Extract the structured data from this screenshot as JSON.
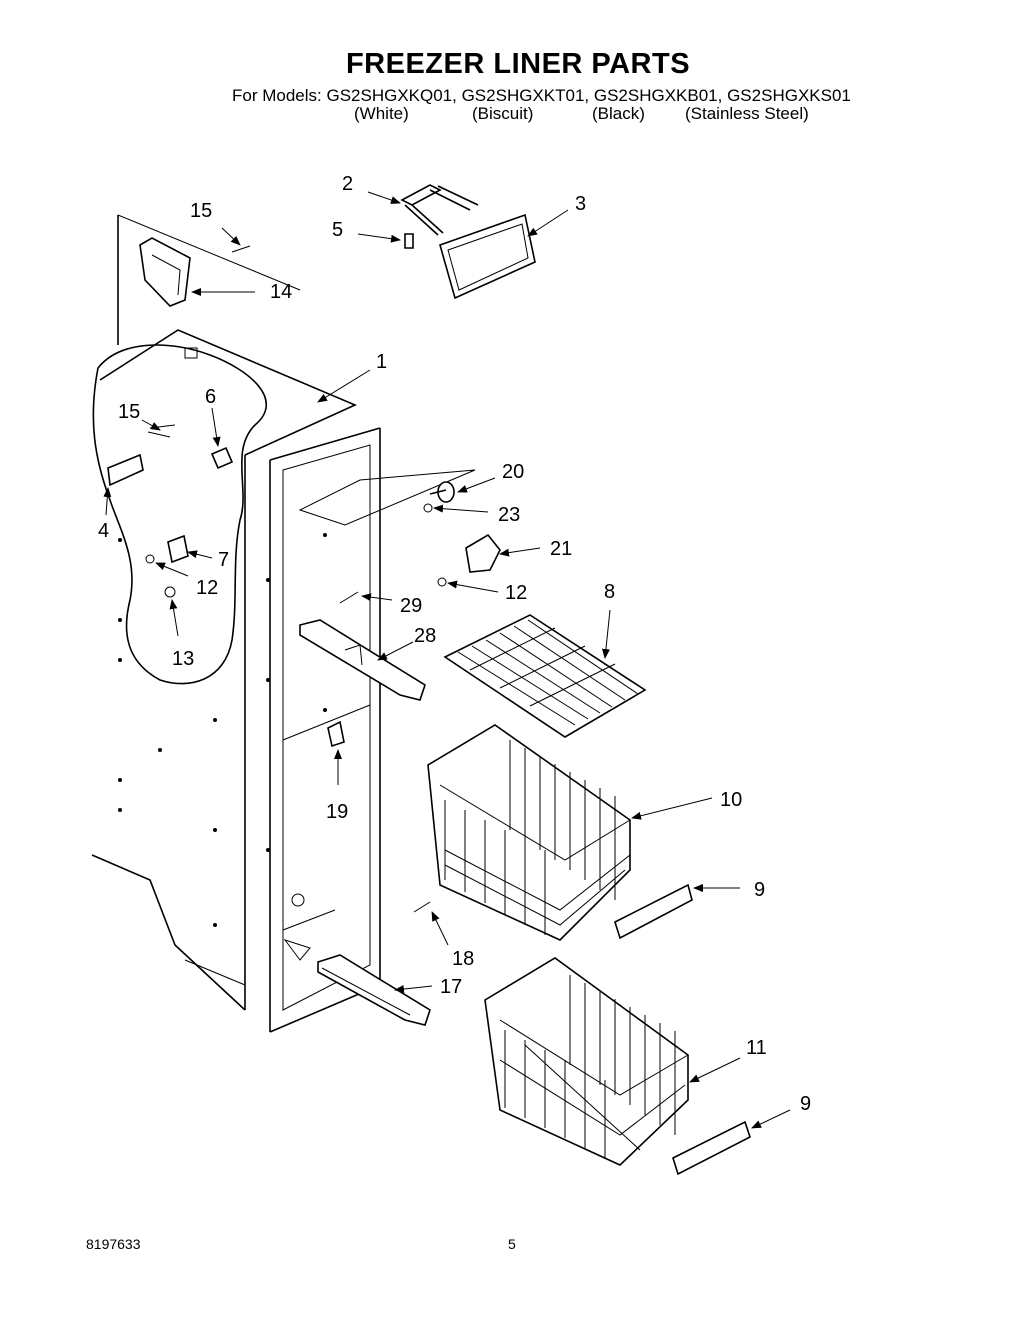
{
  "header": {
    "title": "FREEZER LINER PARTS",
    "models_line": "For Models: GS2SHGXKQ01, GS2SHGXKT01, GS2SHGXKB01, GS2SHGXKS01",
    "colors": [
      "(White)",
      "(Biscuit)",
      "(Black)",
      "(Stainless Steel)"
    ]
  },
  "callouts": {
    "c1": "1",
    "c2": "2",
    "c3": "3",
    "c4": "4",
    "c5": "5",
    "c6": "6",
    "c7": "7",
    "c8": "8",
    "c9a": "9",
    "c9b": "9",
    "c10": "10",
    "c11": "11",
    "c12a": "12",
    "c12b": "12",
    "c13": "13",
    "c14": "14",
    "c15a": "15",
    "c15b": "15",
    "c17": "17",
    "c18": "18",
    "c19": "19",
    "c20": "20",
    "c21": "21",
    "c23": "23",
    "c28": "28",
    "c29": "29"
  },
  "footer": {
    "doc_number": "8197633",
    "page_number": "5"
  }
}
